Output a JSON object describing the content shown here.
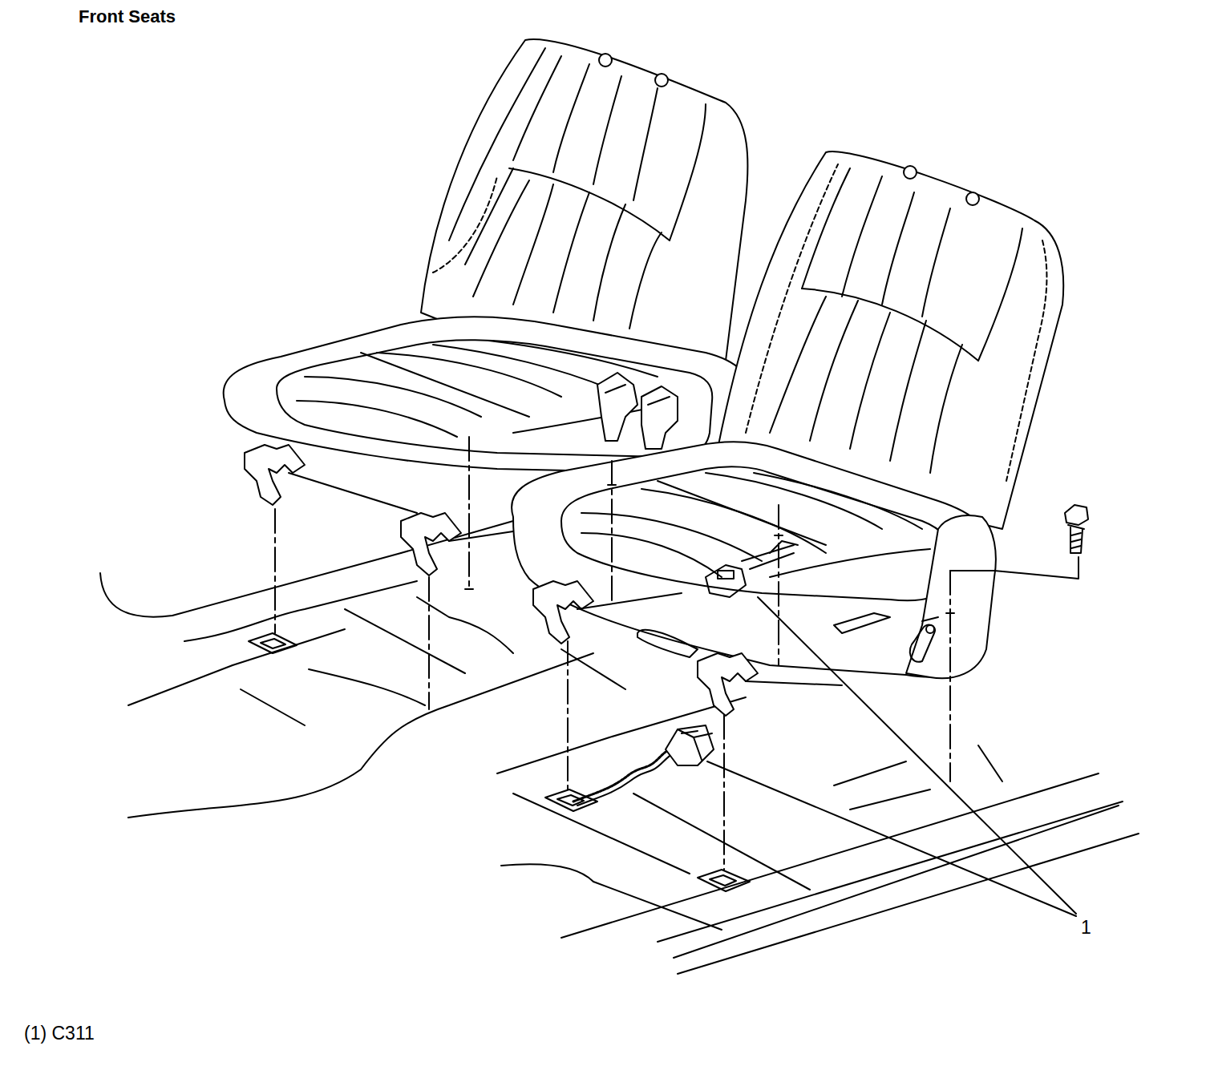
{
  "diagram": {
    "title": "Front Seats",
    "labels": [
      "1",
      "(1) C311"
    ]
  }
}
